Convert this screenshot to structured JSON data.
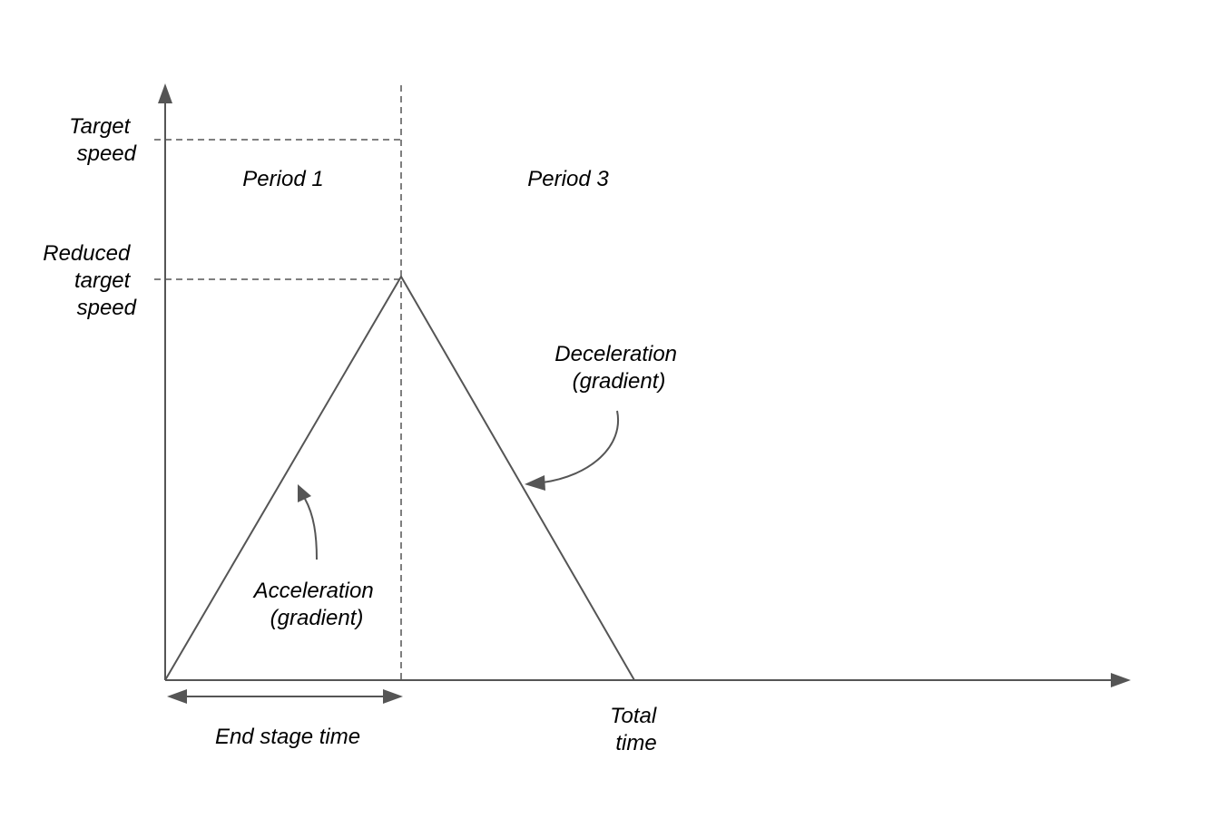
{
  "labels": {
    "target_speed": [
      "Target",
      "speed"
    ],
    "reduced_target_speed": [
      "Reduced",
      "target",
      "speed"
    ],
    "period_1": "Period 1",
    "period_3": "Period 3",
    "deceleration": [
      "Deceleration",
      "(gradient)"
    ],
    "acceleration": [
      "Acceleration",
      "(gradient)"
    ],
    "end_stage_time": "End stage time",
    "total_time": [
      "Total",
      "time"
    ]
  },
  "colors": {
    "line": "#555555",
    "text": "#000000",
    "background": "#ffffff"
  }
}
